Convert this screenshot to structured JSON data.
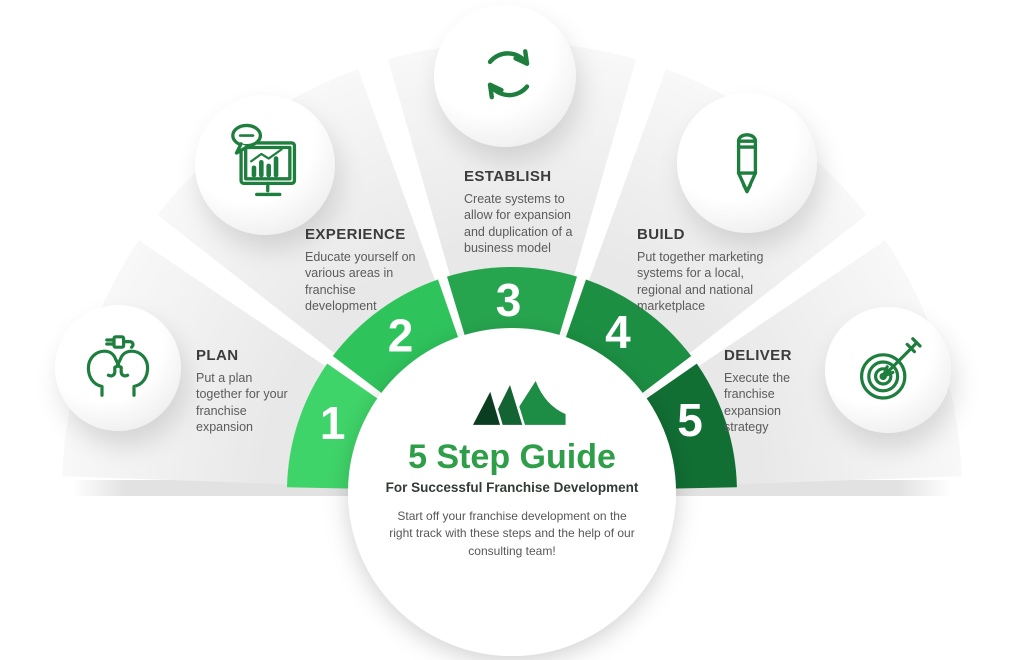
{
  "center": {
    "title": "5 Step Guide",
    "subtitle": "For Successful Franchise Development",
    "description": "Start off your franchise development on the right track with these steps and the help of our consulting team!"
  },
  "steps": [
    {
      "number": "1",
      "title": "PLAN",
      "description": "Put a plan together for your franchise expansion",
      "icon": "two-heads-connection-icon"
    },
    {
      "number": "2",
      "title": "EXPERIENCE",
      "description": "Educate yourself on various areas in franchise development",
      "icon": "monitor-chart-bubble-icon"
    },
    {
      "number": "3",
      "title": "ESTABLISH",
      "description": "Create systems to allow for expansion and duplication of a business model",
      "icon": "cycle-arrows-icon"
    },
    {
      "number": "4",
      "title": "BUILD",
      "description": "Put together marketing systems for a local, regional and national marketplace",
      "icon": "pencil-icon"
    },
    {
      "number": "5",
      "title": "DELIVER",
      "description": "Execute the franchise expansion strategy",
      "icon": "target-arrow-icon"
    }
  ],
  "colors": {
    "segments": [
      "#3fd469",
      "#2fc35c",
      "#27a54e",
      "#1c8f43",
      "#116f34"
    ],
    "icon_stroke": "#1e7e3e",
    "title_green": "#2f9e48",
    "band_gray": "#e2e2e2",
    "number_text": "#ffffff"
  }
}
